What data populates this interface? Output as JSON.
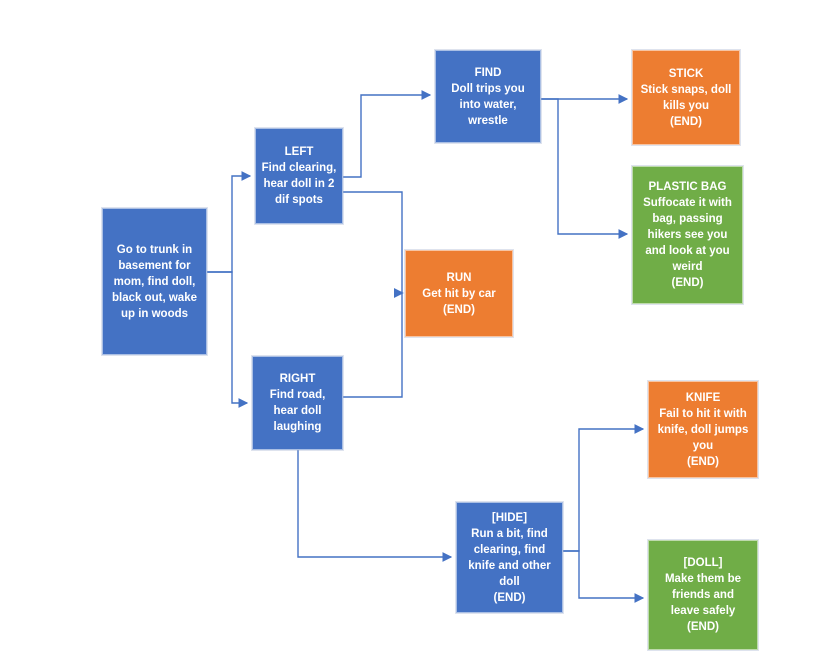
{
  "colors": {
    "node_blue": "#4472C4",
    "node_orange": "#ED7D31",
    "node_green": "#70AD47",
    "connector": "#4472C4",
    "text": "#FFFFFF"
  },
  "nodes": {
    "start": {
      "body": [
        "Go to trunk in",
        "basement for",
        "mom, find doll,",
        "black out, wake",
        "up in woods"
      ],
      "color": "#4472C4"
    },
    "left": {
      "title": "LEFT",
      "body": [
        "Find clearing,",
        "hear doll in 2",
        "dif spots"
      ],
      "color": "#4472C4"
    },
    "find": {
      "title": "FIND",
      "body": [
        "Doll trips you",
        "into water,",
        "wrestle"
      ],
      "color": "#4472C4"
    },
    "stick": {
      "title": "STICK",
      "body": [
        "Stick snaps, doll",
        "kills you"
      ],
      "end": "(END)",
      "color": "#ED7D31"
    },
    "plastic_bag": {
      "title": "PLASTIC BAG",
      "body": [
        "Suffocate it with",
        "bag, passing",
        "hikers see you",
        "and look at you",
        "weird"
      ],
      "end": "(END)",
      "color": "#70AD47"
    },
    "run": {
      "title": "RUN",
      "body": [
        "Get hit by car"
      ],
      "end": "(END)",
      "color": "#ED7D31"
    },
    "right": {
      "title": "RIGHT",
      "body": [
        "Find road,",
        "hear doll",
        "laughing"
      ],
      "color": "#4472C4"
    },
    "hide": {
      "title": "[HIDE]",
      "body": [
        "Run a bit, find",
        "clearing, find",
        "knife and other",
        "doll"
      ],
      "end": "(END)",
      "color": "#4472C4"
    },
    "knife": {
      "title": "KNIFE",
      "body": [
        "Fail to hit it with",
        "knife, doll jumps",
        "you"
      ],
      "end": "(END)",
      "color": "#ED7D31"
    },
    "doll": {
      "title": "[DOLL]",
      "body": [
        "Make them be",
        "friends and",
        "leave safely"
      ],
      "end": "(END)",
      "color": "#70AD47"
    }
  },
  "edges": [
    {
      "from": "start",
      "to": "left"
    },
    {
      "from": "start",
      "to": "right"
    },
    {
      "from": "left",
      "to": "find"
    },
    {
      "from": "left",
      "to": "run"
    },
    {
      "from": "right",
      "to": "run"
    },
    {
      "from": "find",
      "to": "stick"
    },
    {
      "from": "find",
      "to": "plastic_bag"
    },
    {
      "from": "right",
      "to": "hide"
    },
    {
      "from": "hide",
      "to": "knife"
    },
    {
      "from": "hide",
      "to": "doll"
    }
  ]
}
